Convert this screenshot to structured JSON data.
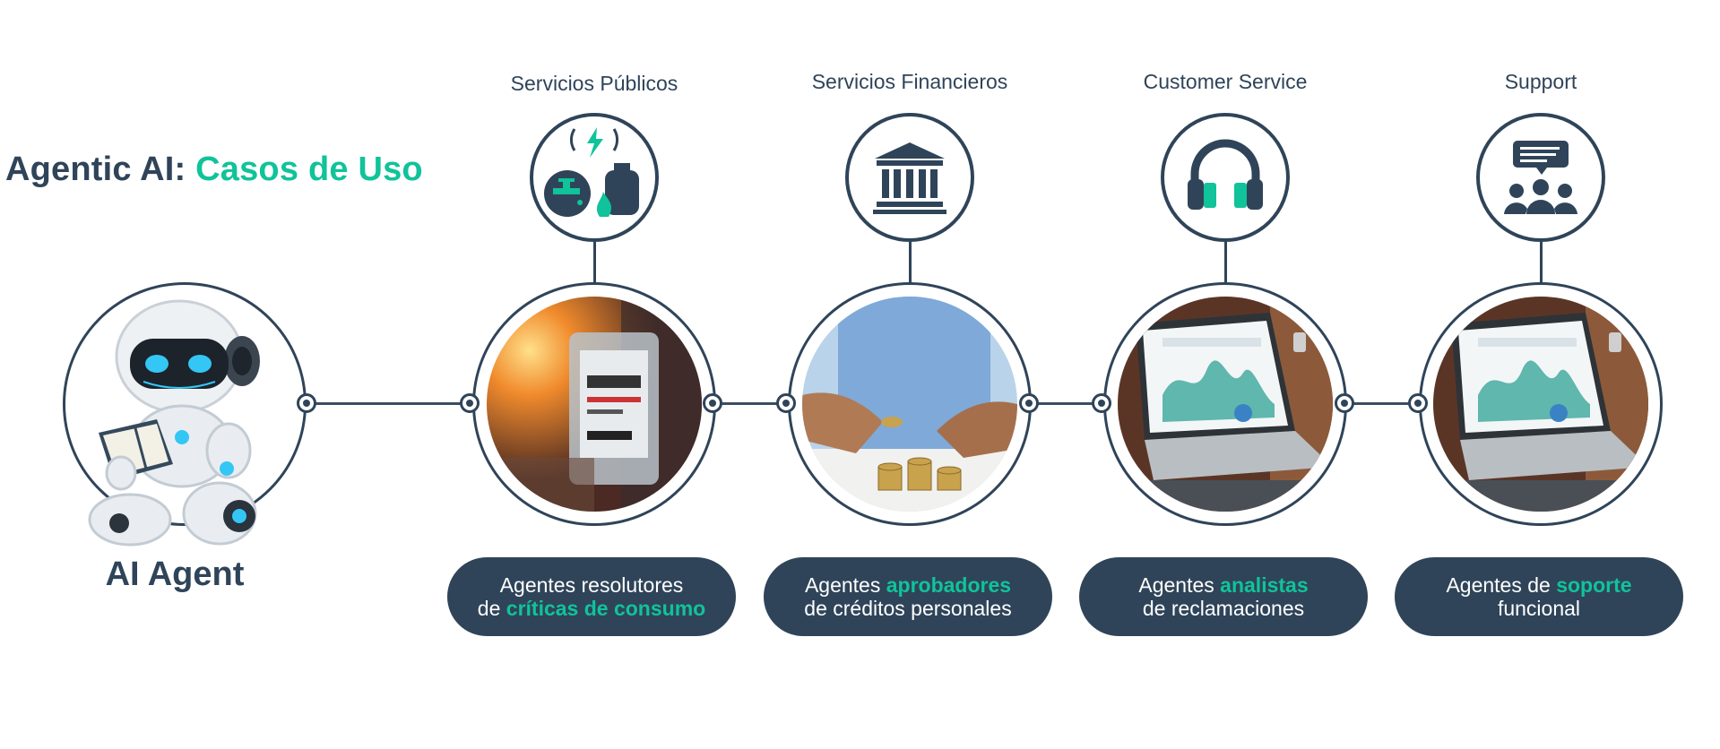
{
  "title": {
    "prefix": "Agentic AI:",
    "accent": "Casos de Uso"
  },
  "agent": {
    "label": "AI Agent"
  },
  "colors": {
    "navy": "#2f4459",
    "accent": "#10c39a"
  },
  "use_cases": [
    {
      "category": "Servicios Públicos",
      "icon": "utilities-icon",
      "pill": {
        "line1": "Agentes resolutores",
        "line2_pre": "de ",
        "line2_accent": "críticas de consumo"
      }
    },
    {
      "category": "Servicios Financieros",
      "icon": "bank-icon",
      "pill": {
        "line1_pre": "Agentes ",
        "line1_accent": "aprobadores",
        "line2": "de créditos personales"
      }
    },
    {
      "category": "Customer Service",
      "icon": "headset-icon",
      "pill": {
        "line1_pre": "Agentes ",
        "line1_accent": "analistas",
        "line2": "de reclamaciones"
      }
    },
    {
      "category": "Support",
      "icon": "support-group-icon",
      "pill": {
        "line1_pre": "Agentes de ",
        "line1_accent": "soporte",
        "line2": "funcional"
      }
    }
  ]
}
